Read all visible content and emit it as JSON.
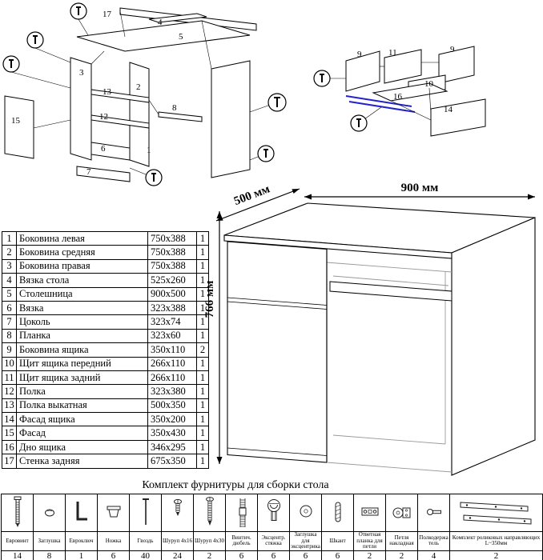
{
  "colors": {
    "line": "#000000",
    "guide_blue": "#2323cc"
  },
  "dimensions": {
    "width": "900 мм",
    "depth": "500 мм",
    "height": "766 мм"
  },
  "parts_table": {
    "rows": [
      {
        "num": "1",
        "name": "Боковина левая",
        "size": "750x388",
        "qty": "1"
      },
      {
        "num": "2",
        "name": "Боковина средняя",
        "size": "750x388",
        "qty": "1"
      },
      {
        "num": "3",
        "name": "Боковина правая",
        "size": "750x388",
        "qty": "1"
      },
      {
        "num": "4",
        "name": "Вязка стола",
        "size": "525x260",
        "qty": "1"
      },
      {
        "num": "5",
        "name": "Столешница",
        "size": "900x500",
        "qty": "1"
      },
      {
        "num": "6",
        "name": "Вязка",
        "size": "323x388",
        "qty": "1"
      },
      {
        "num": "7",
        "name": "Цоколь",
        "size": "323x74",
        "qty": "1"
      },
      {
        "num": "8",
        "name": "Планка",
        "size": "323x60",
        "qty": "1"
      },
      {
        "num": "9",
        "name": "Боковина ящика",
        "size": "350x110",
        "qty": "2"
      },
      {
        "num": "10",
        "name": "Щит ящика передний",
        "size": "266x110",
        "qty": "1"
      },
      {
        "num": "11",
        "name": "Щит ящика задний",
        "size": "266x110",
        "qty": "1"
      },
      {
        "num": "12",
        "name": "Полка",
        "size": "323x380",
        "qty": "1"
      },
      {
        "num": "13",
        "name": "Полка выкатная",
        "size": "500x350",
        "qty": "1"
      },
      {
        "num": "14",
        "name": "Фасад ящика",
        "size": "350x200",
        "qty": "1"
      },
      {
        "num": "15",
        "name": "Фасад",
        "size": "350x430",
        "qty": "1"
      },
      {
        "num": "16",
        "name": "Дно ящика",
        "size": "346x295",
        "qty": "1"
      },
      {
        "num": "17",
        "name": "Стенка задняя",
        "size": "675x350",
        "qty": "1"
      }
    ]
  },
  "diagram_left": {
    "labels": [
      "17",
      "5",
      "4",
      "3",
      "2",
      "13",
      "12",
      "6",
      "1",
      "7",
      "8",
      "15"
    ]
  },
  "diagram_right": {
    "labels": [
      "11",
      "9",
      "9",
      "10",
      "16",
      "14"
    ]
  },
  "hardware": {
    "title": "Комплект фурнитуры для сборки стола",
    "items": [
      {
        "icon": "euroscrew-icon",
        "name": "Евровинт",
        "qty": "14"
      },
      {
        "icon": "plug-icon",
        "name": "Заглушка",
        "qty": "8"
      },
      {
        "icon": "hexkey-icon",
        "name": "Евроключ",
        "qty": "1"
      },
      {
        "icon": "foot-icon",
        "name": "Ножка",
        "qty": "6"
      },
      {
        "icon": "nail-icon",
        "name": "Гвоздь",
        "qty": "40"
      },
      {
        "icon": "screw-4x16-icon",
        "name": "Шуруп 4x16",
        "qty": "24"
      },
      {
        "icon": "screw-4x30-icon",
        "name": "Шуруп 4x30",
        "qty": "2"
      },
      {
        "icon": "dowel-screw-icon",
        "name": "Винтич. дюбель",
        "qty": "6"
      },
      {
        "icon": "cam-lock-icon",
        "name": "Эксцентр. стяжка",
        "qty": "6"
      },
      {
        "icon": "cam-plug-icon",
        "name": "Заглушка для эксцентрика",
        "qty": "6"
      },
      {
        "icon": "dowel-icon",
        "name": "Шкант",
        "qty": "6"
      },
      {
        "icon": "hinge-plate-icon",
        "name": "Ответная планка для петли",
        "qty": "2"
      },
      {
        "icon": "hinge-icon",
        "name": "Петля накладная",
        "qty": "2"
      },
      {
        "icon": "shelf-pin-icon",
        "name": "Полкодержатель",
        "qty": "4"
      },
      {
        "icon": "drawer-slides-icon",
        "name": "Комплект роликовых направляющих L~350мм",
        "qty": "2"
      }
    ]
  }
}
